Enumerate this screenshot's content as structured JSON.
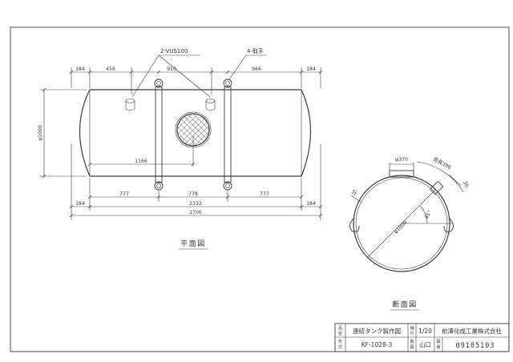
{
  "plan_view": {
    "title": "平面図",
    "top_dims": [
      "184",
      "456",
      "910",
      "966",
      "184"
    ],
    "inner_dim": "1166",
    "bottom_dims": [
      "777",
      "778",
      "777"
    ],
    "bottom_edge_dims": [
      "184",
      "184"
    ],
    "total_inner": "2332",
    "total": "2700",
    "diameter": "φ1000",
    "callout_nozzle": "2-VUS100",
    "callout_handle": "4-取手"
  },
  "section_view": {
    "title": "断面図",
    "dim_370": "φ370",
    "dim_396": "周長396",
    "dim_30": "30",
    "dim_5": "5t",
    "dim_1000": "φ1000",
    "angle": "45°"
  },
  "title_block": {
    "name_label_1": "品",
    "name_label_2": "名",
    "name": "連結タンク製作図",
    "scale_label_1": "縮",
    "scale_label_2": "尺",
    "scale": "1/20",
    "company": "前澤化成工業株式会社",
    "type_label_1": "形",
    "type_label_2": "式",
    "model": "KF-1028-3",
    "drawer_label_1": "製",
    "drawer_label_2": "図",
    "drawer": "山口",
    "num_label_1": "図",
    "num_label_2": "番",
    "drawing_no": "09105103"
  }
}
